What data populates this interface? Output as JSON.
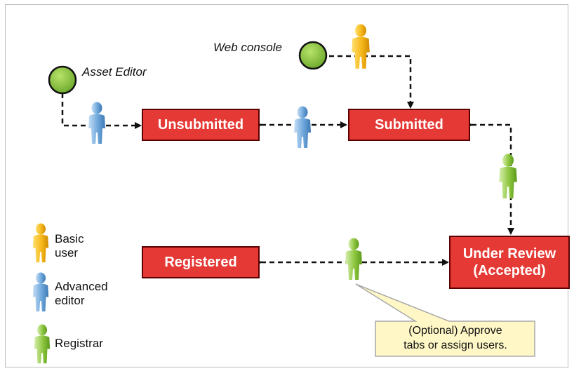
{
  "states": {
    "unsubmitted": "Unsubmitted",
    "submitted": "Submitted",
    "under_review_line1": "Under Review",
    "under_review_line2": "(Accepted)",
    "registered": "Registered"
  },
  "sources": {
    "asset_editor": "Asset Editor",
    "web_console": "Web console"
  },
  "legend": {
    "basic_user_line1": "Basic",
    "basic_user_line2": "user",
    "advanced_editor_line1": "Advanced",
    "advanced_editor_line2": "editor",
    "registrar": "Registrar"
  },
  "callout": {
    "line1": "(Optional) Approve",
    "line2": "tabs or assign users."
  },
  "colors": {
    "state_fill": "#e53935",
    "state_border": "#5a0000",
    "source_node": "#8dc63f",
    "basic_user": "#f6b81a",
    "advanced_editor": "#6fa8dc",
    "registrar": "#8dc63f",
    "callout_fill": "#fff8c6"
  },
  "icons": {
    "user_basic": "person-yellow-icon",
    "user_advanced": "person-blue-icon",
    "user_registrar": "person-green-icon",
    "source": "green-circle-icon"
  }
}
